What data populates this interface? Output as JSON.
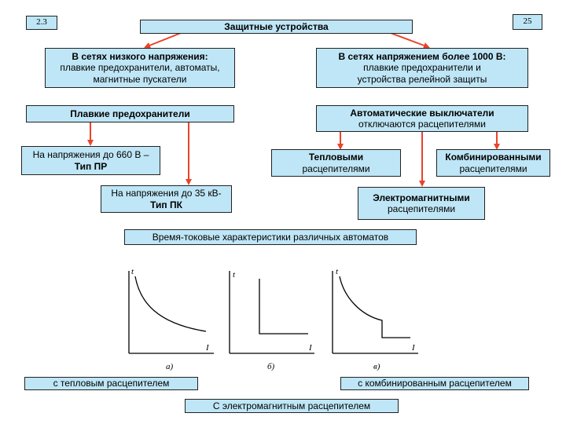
{
  "slide_number": "2.3",
  "page_number": "25",
  "title": "Защитные устройства",
  "low_voltage": {
    "heading": "В сетях низкого напряжения:",
    "body": "плавкие предохранители, автоматы, магнитные пускатели"
  },
  "high_voltage": {
    "heading": "В сетях напряжением более 1000 В:",
    "body": "плавкие предохранители и устройства релейной защиты"
  },
  "fuses": {
    "label": "Плавкие предохранители"
  },
  "breakers": {
    "heading": "Автоматические выключатели",
    "body": "отключаются расцепителями"
  },
  "fuse_660": {
    "line1": "На напряжения до 660 В –",
    "line2": "Тип ПР"
  },
  "fuse_35": {
    "line1": "На напряжения до 35 кВ-",
    "line2": "Тип ПК"
  },
  "thermal": {
    "heading": "Тепловыми",
    "body": "расцепителями"
  },
  "combined": {
    "heading": "Комбинированными",
    "body": "расцепителями"
  },
  "electromagnetic": {
    "heading": "Электромагнитными",
    "body": "расцепителями"
  },
  "characteristics_title": "Время-токовые характеристики различных автоматов",
  "plots": [
    {
      "y_axis": "t",
      "x_axis": "I",
      "caption": "а)"
    },
    {
      "y_axis": "t",
      "x_axis": "I",
      "caption": "б)"
    },
    {
      "y_axis": "t",
      "x_axis": "I",
      "caption": "в)"
    }
  ],
  "caption_thermal": "с тепловым расцепителем",
  "caption_combined": "с комбинированным расцепителем",
  "caption_electromagnetic": "С электромагнитным расцепителем",
  "colors": {
    "box_fill": "#bfe6f6",
    "arrow": "#e8442a"
  }
}
